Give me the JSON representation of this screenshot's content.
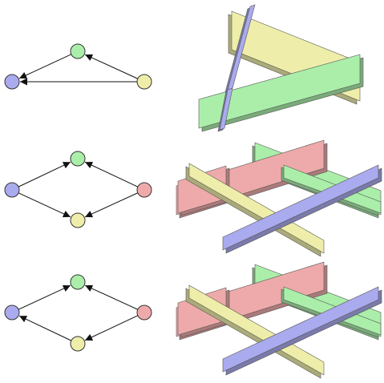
{
  "colors": {
    "blue": "#aaaaee",
    "green": "#aaeeaa",
    "yellow": "#eeeeaa",
    "red": "#eeaaaa",
    "node_stroke": "#333333",
    "edge": "#111111"
  },
  "graphs": [
    {
      "nodes": [
        {
          "id": "top",
          "color": "green"
        },
        {
          "id": "left",
          "color": "blue"
        },
        {
          "id": "right",
          "color": "yellow"
        }
      ],
      "edges": [
        {
          "from": "top",
          "to": "left"
        },
        {
          "from": "right",
          "to": "top"
        },
        {
          "from": "right",
          "to": "left"
        }
      ]
    },
    {
      "nodes": [
        {
          "id": "top",
          "color": "green"
        },
        {
          "id": "left",
          "color": "blue"
        },
        {
          "id": "right",
          "color": "red"
        },
        {
          "id": "bottom",
          "color": "yellow"
        }
      ],
      "edges": [
        {
          "from": "left",
          "to": "top"
        },
        {
          "from": "right",
          "to": "top"
        },
        {
          "from": "left",
          "to": "bottom"
        },
        {
          "from": "right",
          "to": "bottom"
        }
      ]
    },
    {
      "nodes": [
        {
          "id": "top",
          "color": "green"
        },
        {
          "id": "left",
          "color": "blue"
        },
        {
          "id": "right",
          "color": "red"
        },
        {
          "id": "bottom",
          "color": "yellow"
        }
      ],
      "edges": [
        {
          "from": "left",
          "to": "top"
        },
        {
          "from": "right",
          "to": "top"
        },
        {
          "from": "bottom",
          "to": "left"
        },
        {
          "from": "right",
          "to": "bottom"
        }
      ]
    }
  ],
  "models": [
    {
      "pieces": [
        "yellow",
        "blue",
        "green"
      ]
    },
    {
      "pieces": [
        "red",
        "green",
        "yellow",
        "blue"
      ]
    },
    {
      "pieces": [
        "red",
        "green",
        "yellow",
        "blue"
      ]
    }
  ]
}
